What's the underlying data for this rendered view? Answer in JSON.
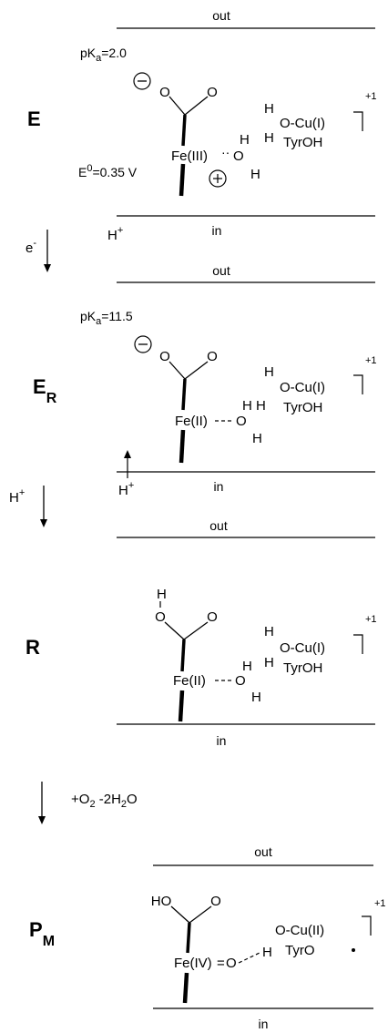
{
  "membrane": {
    "out": "out",
    "in": "in"
  },
  "states": {
    "E": {
      "label": "E",
      "pka_prefix": "pK",
      "pka_sub": "a",
      "pka_value": "=2.0",
      "fe": "Fe(III)",
      "redox_e": "E",
      "redox_sup": "0",
      "redox_value": "=0.35 V",
      "proton_in": "H",
      "proton_sup": "+"
    },
    "ER": {
      "label": "E",
      "label_sub": "R",
      "pka_prefix": "pK",
      "pka_sub": "a",
      "pka_value": "=11.5",
      "fe": "Fe(II)",
      "proton_in": "H",
      "proton_sup": "+"
    },
    "R": {
      "label": "R",
      "fe": "Fe(II)"
    },
    "PM": {
      "label": "P",
      "label_sub": "M",
      "carboxyl": "HO",
      "fe": "Fe(IV)",
      "cu": "O-Cu(II)",
      "tyr": "TyrO"
    }
  },
  "common": {
    "o": "O",
    "h": "H",
    "cu": "O-Cu(I)",
    "tyr": "TyrOH",
    "charge": "+1",
    "minus": "−",
    "plus": "+"
  },
  "arrows": {
    "electron": "e",
    "electron_sup": "-",
    "proton": "H",
    "proton_sup": "+",
    "o2_text": "+O",
    "o2_sub": "2",
    "h2o_text": " -2H",
    "h2o_sub": "2",
    "h2o_end": "O"
  }
}
